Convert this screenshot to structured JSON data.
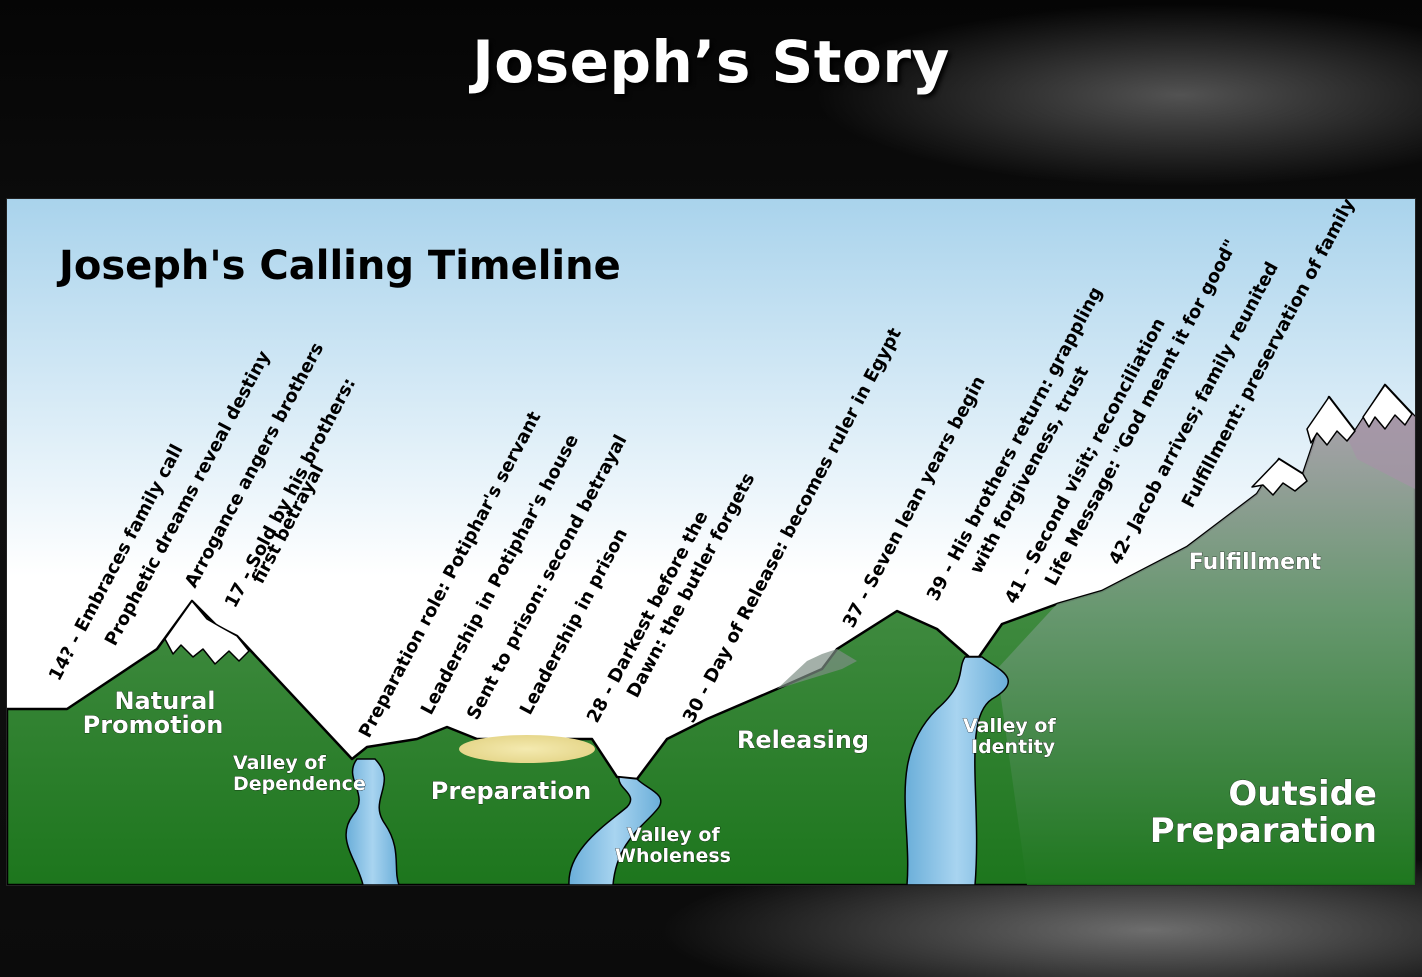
{
  "slide": {
    "title": "Joseph’s Story"
  },
  "diagram": {
    "title": "Joseph's Calling Timeline",
    "events": [
      {
        "line1": "14? - Embraces family call"
      },
      {
        "line1": "Prophetic dreams reveal destiny"
      },
      {
        "line1": "Arrogance angers brothers"
      },
      {
        "line1": "17 - Sold by his brothers:",
        "line2": "first betrayal"
      },
      {
        "line1": "Preparation role: Potiphar's servant"
      },
      {
        "line1": "Leadership in Potiphar's house"
      },
      {
        "line1": "Sent to prison: second betrayal"
      },
      {
        "line1": "Leadership in prison"
      },
      {
        "line1": "28 - Darkest before the",
        "line2": "Dawn: the butler forgets"
      },
      {
        "line1": "30 - Day of Release: becomes ruler in Egypt"
      },
      {
        "line1": "37 - Seven lean years begin"
      },
      {
        "line1": "39 - His brothers return: grappling",
        "line2": "with forgiveness, trust"
      },
      {
        "line1": "41 - Second visit; reconciliation"
      },
      {
        "line1": "Life Message: \"God meant it for good\""
      },
      {
        "line1": "42- Jacob arrives; family reunited"
      },
      {
        "line1": "Fulfillment: preservation of family"
      }
    ],
    "regions": {
      "natural_promotion": [
        "Natural",
        "Promotion"
      ],
      "valley_dependence": [
        "Valley of",
        "Dependence"
      ],
      "preparation": "Preparation",
      "valley_wholeness": [
        "Valley of",
        "Wholeness"
      ],
      "releasing": "Releasing",
      "valley_identity": [
        "Valley of",
        "Identity"
      ],
      "fulfillment": "Fulfillment",
      "outside_preparation": [
        "Outside",
        "Preparation"
      ]
    },
    "colors": {
      "sky_top": "#a9d3ec",
      "sky_bottom": "#ffffff",
      "ground_top": "#8a9a8c",
      "ground_bottom": "#1f7a1f",
      "mountain_top": "#b8a5b8",
      "river": "#7fb8e0",
      "snow": "#ffffff"
    }
  }
}
